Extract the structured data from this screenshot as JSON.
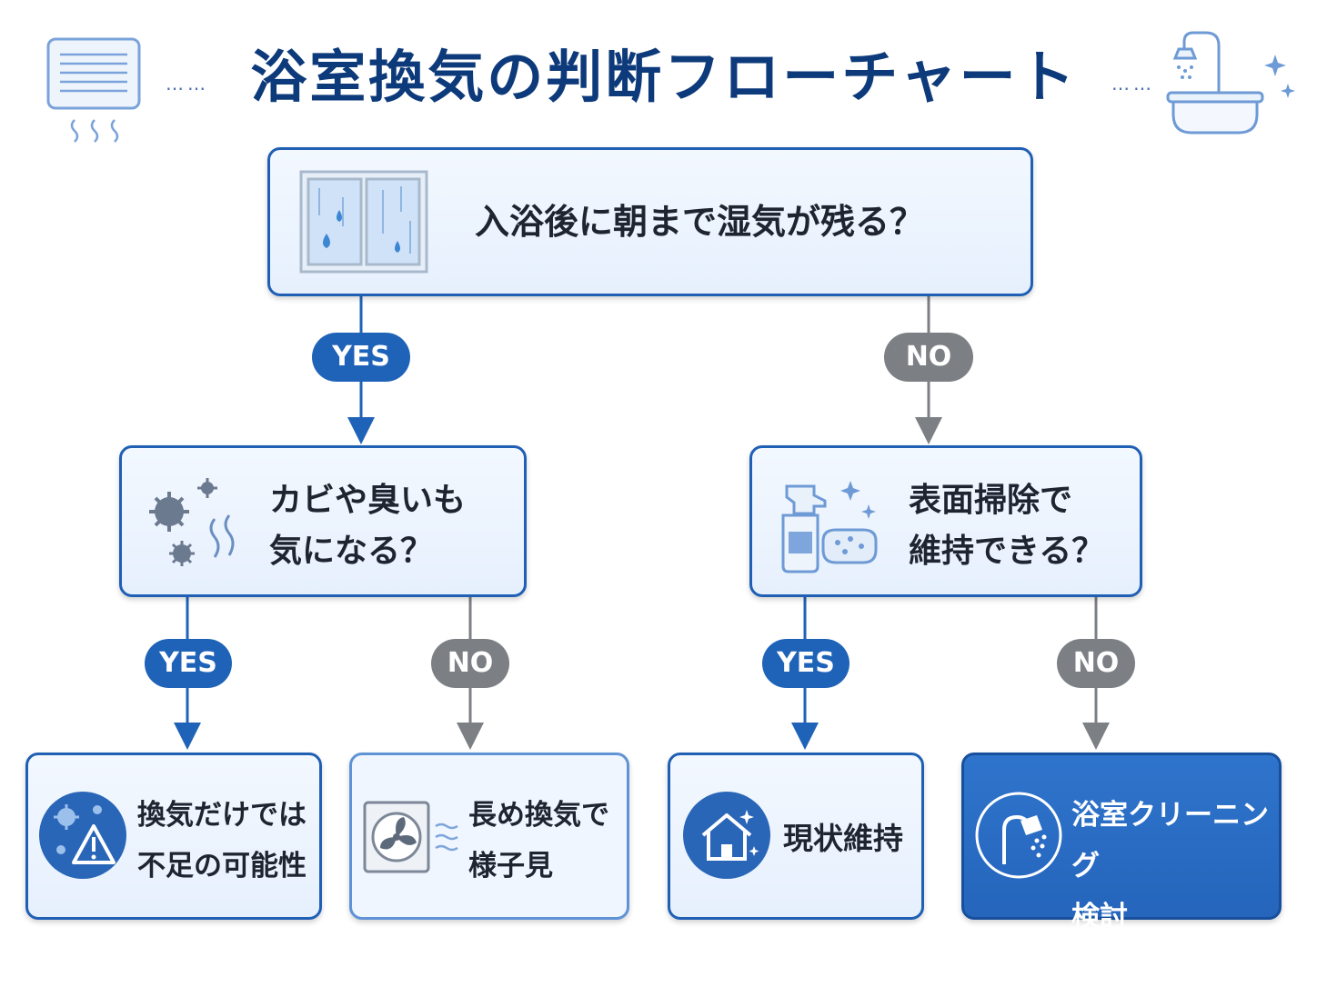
{
  "title": "浴室換気の判断フローチャート",
  "decor": {
    "dots": "……",
    "left_icon": "vent-icon",
    "right_icon": "shower-bath-icon"
  },
  "colors": {
    "yes": "#1f63b8",
    "no": "#7c7f84",
    "primary": "#0d3a7a",
    "node_border": "#1f5fb4"
  },
  "question1": {
    "text": "入浴後に朝まで湿気が残る？",
    "icon": "wet-window-icon"
  },
  "branch1": {
    "yes_label": "YES",
    "no_label": "NO"
  },
  "question2a": {
    "text": "カビや臭いも\n気になる？",
    "icon": "mold-odor-icon"
  },
  "question2b": {
    "text": "表面掃除で\n維持できる？",
    "icon": "spray-sponge-icon"
  },
  "branch2a": {
    "yes_label": "YES",
    "no_label": "NO"
  },
  "branch2b": {
    "yes_label": "YES",
    "no_label": "NO"
  },
  "results": [
    {
      "text": "換気だけでは\n不足の可能性",
      "icon": "mold-warning-icon"
    },
    {
      "text": "長め換気で\n様子見",
      "icon": "exhaust-fan-icon"
    },
    {
      "text": "現状維持",
      "icon": "clean-house-icon"
    },
    {
      "text": "浴室クリーニング\n検討",
      "icon": "shower-head-icon"
    }
  ]
}
